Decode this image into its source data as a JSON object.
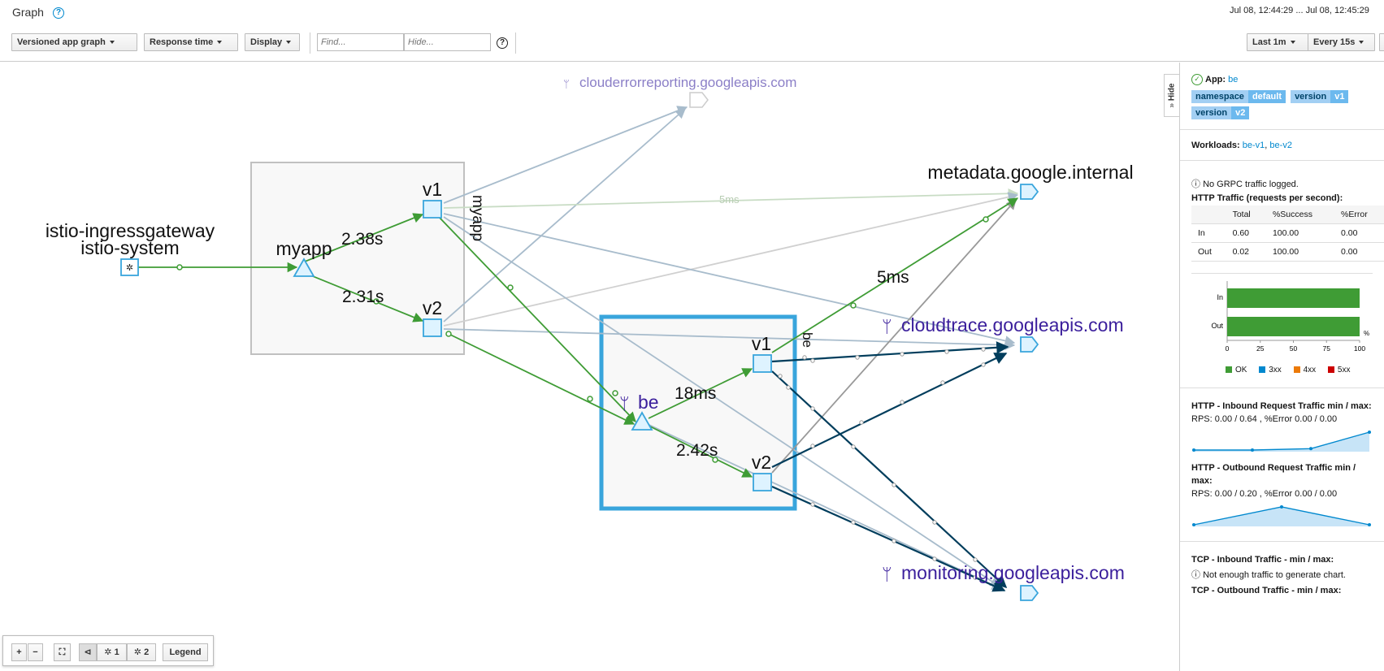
{
  "header": {
    "title": "Graph",
    "time_range": "Jul 08, 12:44:29 ... Jul 08, 12:45:29"
  },
  "toolbar": {
    "graph_type": "Versioned app graph",
    "edge_labels": "Response time",
    "display": "Display",
    "find_placeholder": "Find...",
    "hide_placeholder": "Hide...",
    "duration": "Last 1m",
    "refresh": "Every 15s"
  },
  "graph": {
    "nodes": {
      "ingress_name": "istio-ingressgateway",
      "ingress_ns": "istio-system",
      "myapp": "myapp",
      "myapp_v1": "v1",
      "myapp_v2": "v2",
      "myapp_box": "myapp",
      "be": "be",
      "be_v1": "v1",
      "be_v2": "v2",
      "be_box": "be",
      "clouderror": "clouderrorreporting.googleapis.com",
      "metadata": "metadata.google.internal",
      "cloudtrace": "cloudtrace.googleapis.com",
      "monitoring": "monitoring.googleapis.com"
    },
    "edges": {
      "e1": "2.38s",
      "e2": "2.31s",
      "e3": "5ms",
      "e4": "5ms",
      "e5": "18ms",
      "e6": "2.42s"
    }
  },
  "hide_tab": "Hide",
  "sidebar": {
    "app_label": "App:",
    "app_name": "be",
    "badges": [
      {
        "key": "namespace",
        "value": "default"
      },
      {
        "key": "version",
        "value": "v1"
      },
      {
        "key": "version",
        "value": "v2"
      }
    ],
    "workloads_label": "Workloads:",
    "workload_1": "be-v1",
    "workload_2": "be-v2",
    "grpc_note": "No GRPC traffic logged.",
    "http_title": "HTTP Traffic (requests per second):",
    "table": {
      "headers": [
        "",
        "Total",
        "%Success",
        "%Error"
      ],
      "rows": [
        [
          "In",
          "0.60",
          "100.00",
          "0.00"
        ],
        [
          "Out",
          "0.02",
          "100.00",
          "0.00"
        ]
      ]
    },
    "bar_chart": {
      "rows": [
        "In",
        "Out"
      ],
      "ok_pct": [
        100,
        100
      ],
      "ticks": [
        "0",
        "25",
        "50",
        "75",
        "100"
      ],
      "unit": "%",
      "legend": [
        {
          "name": "OK",
          "color": "#3f9c35"
        },
        {
          "name": "3xx",
          "color": "#0088ce"
        },
        {
          "name": "4xx",
          "color": "#ec7a08"
        },
        {
          "name": "5xx",
          "color": "#cc0000"
        }
      ]
    },
    "inbound_title": "HTTP - Inbound Request Traffic min / max:",
    "inbound_stats": "RPS: 0.00 / 0.64 , %Error 0.00 / 0.00",
    "inbound_spark": [
      0.0,
      0.0,
      0.05,
      0.64
    ],
    "outbound_title": "HTTP - Outbound Request Traffic min / max:",
    "outbound_stats": "RPS: 0.00 / 0.20 , %Error 0.00 / 0.00",
    "outbound_spark": [
      0.0,
      0.2,
      0.0
    ],
    "tcp_in_title": "TCP - Inbound Traffic - min / max:",
    "tcp_in_note": "Not enough traffic to generate chart.",
    "tcp_out_title": "TCP - Outbound Traffic - min / max:"
  },
  "bottom_bar": {
    "zoom_in": "+",
    "zoom_out": "−",
    "layout1": "1",
    "layout2": "2",
    "legend": "Legend"
  }
}
